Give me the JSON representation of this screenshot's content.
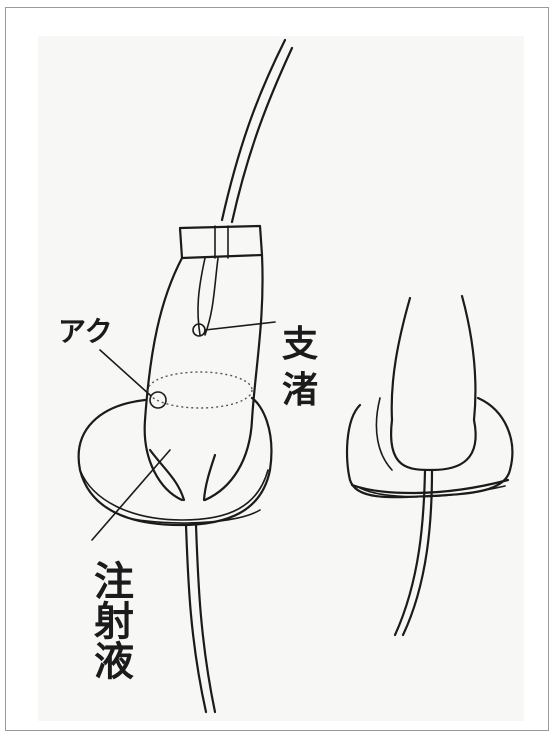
{
  "labels": {
    "aku": "アク",
    "shisen": "支",
    "shisen_2": "渚",
    "chusha": "注射液"
  },
  "colors": {
    "ink": "#1b1b1b",
    "paper": "#f7f7f5",
    "frame": "#9a9a9a"
  }
}
